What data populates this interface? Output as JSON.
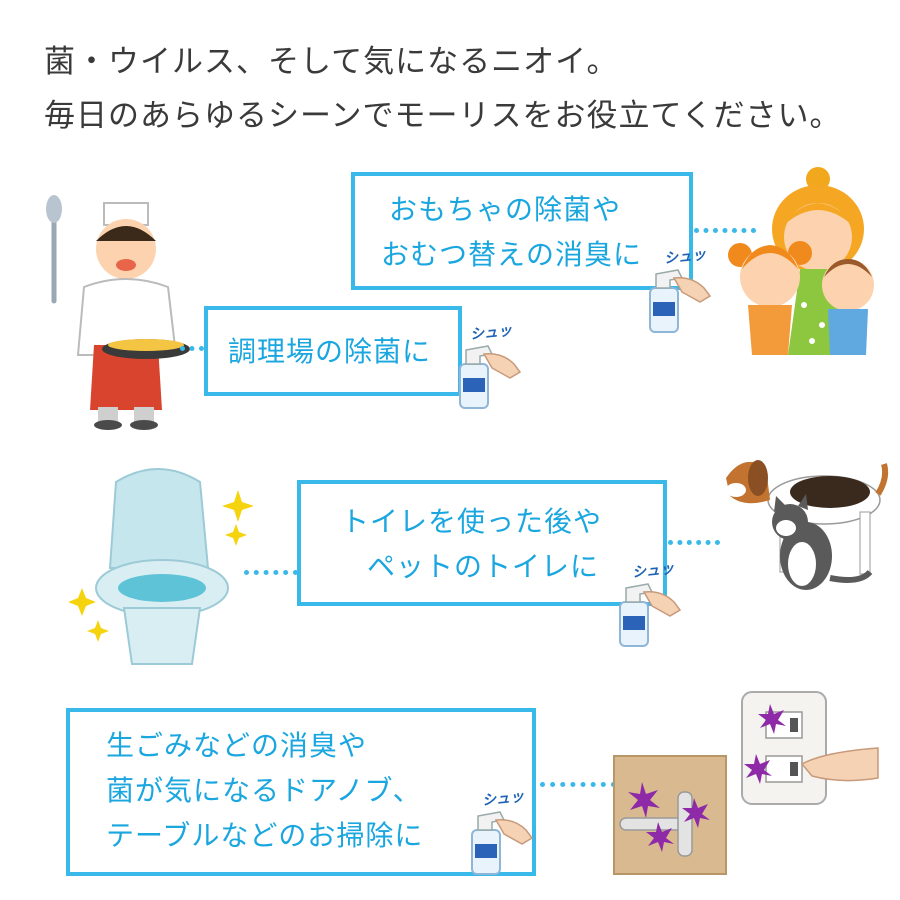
{
  "headline": {
    "line1": "菌・ウイルス、そして気になるニオイ。",
    "line2": "毎日のあらゆるシーンでモーリスをお役立てください。"
  },
  "scenes": {
    "toys": {
      "line1": "おもちゃの除菌や",
      "line2": "おむつ替えの消臭に"
    },
    "kitchen": {
      "line1": "調理場の除菌に"
    },
    "toilet": {
      "line1": "トイレを使った後や",
      "line2": "ペットのトイレに"
    },
    "garbage": {
      "line1": "生ごみなどの消臭や",
      "line2": "菌が気になるドアノブ、",
      "line3": "テーブルなどのお掃除に"
    }
  },
  "spray_sound": "シュッ",
  "colors": {
    "accent": "#39b9ea",
    "text": "#3a3a3a",
    "spray_text": "#1e62b5"
  }
}
